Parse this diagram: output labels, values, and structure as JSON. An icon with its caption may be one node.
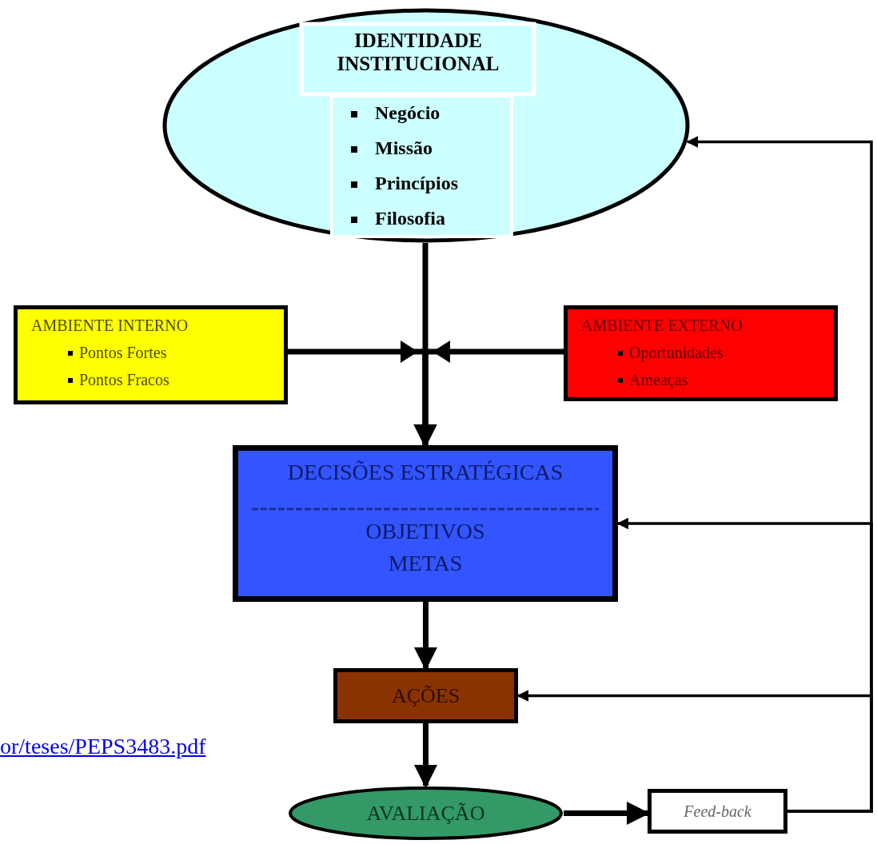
{
  "diagram": {
    "nodes": [
      {
        "text": [
          "IDENTIDADE INSTITUCIONAL",
          "Negócio",
          "Missão",
          "Princípios",
          "Filosofia"
        ]
      },
      {
        "text": [
          "AMBIENTE INTERNO",
          "Pontos Fortes",
          "Pontos Fracos"
        ]
      },
      {
        "text": [
          "AMBIENTE EXTERNO",
          "Oportunidades",
          "Ameaças"
        ]
      },
      {
        "text": [
          "DECISÕES ESTRATÉGICAS",
          "OBJETIVOS",
          "METAS"
        ]
      },
      {
        "text": [
          "AÇÕES"
        ]
      },
      {
        "text": [
          "AVALIAÇÃO"
        ]
      },
      {
        "text": [
          "Feed-back"
        ]
      }
    ],
    "edges": [
      {
        "from": 0,
        "to": 3,
        "arrow": "to"
      },
      {
        "from": 1,
        "to": 3,
        "arrow": "to"
      },
      {
        "from": 2,
        "to": 3,
        "arrow": "to"
      },
      {
        "from": 3,
        "to": 4,
        "arrow": "to"
      },
      {
        "from": 4,
        "to": 5,
        "arrow": "to"
      },
      {
        "from": 5,
        "to": 6,
        "arrow": "to"
      },
      {
        "from": 6,
        "to": 0,
        "arrow": "to"
      },
      {
        "from": 6,
        "to": 3,
        "arrow": "to"
      },
      {
        "from": 6,
        "to": 4,
        "arrow": "to"
      }
    ],
    "labels": [
      "or/teses/PEPS3483.pdf"
    ]
  }
}
